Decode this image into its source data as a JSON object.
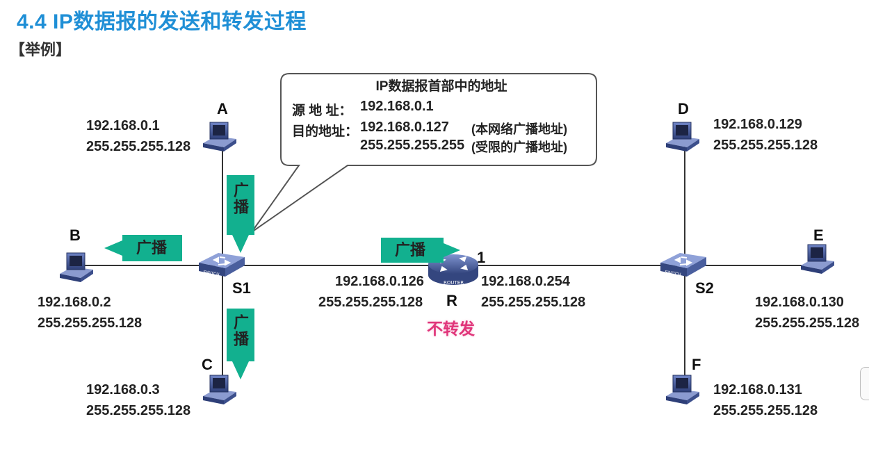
{
  "title": "4.4  IP数据报的发送和转发过程",
  "subtitle": "【举例】",
  "callout": {
    "heading": "IP数据报首部中的地址",
    "src_label": "源 地 址：",
    "src_value": "192.168.0.1",
    "dst_label": "目的地址：",
    "dst_value1": "192.168.0.127",
    "dst_note1": "(本网络广播地址)",
    "dst_value2": "255.255.255.255",
    "dst_note2": "(受限的广播地址)"
  },
  "hosts": {
    "A": {
      "letter": "A",
      "ip": "192.168.0.1",
      "mask": "255.255.255.128"
    },
    "B": {
      "letter": "B",
      "ip": "192.168.0.2",
      "mask": "255.255.255.128"
    },
    "C": {
      "letter": "C",
      "ip": "192.168.0.3",
      "mask": "255.255.255.128"
    },
    "D": {
      "letter": "D",
      "ip": "192.168.0.129",
      "mask": "255.255.255.128"
    },
    "E": {
      "letter": "E",
      "ip": "192.168.0.130",
      "mask": "255.255.255.128"
    },
    "F": {
      "letter": "F",
      "ip": "192.168.0.131",
      "mask": "255.255.255.128"
    }
  },
  "switches": {
    "S1": "S1",
    "S2": "S2",
    "switch_caption": "SWITCH"
  },
  "router": {
    "label": "R",
    "caption": "ROUTER",
    "port": "1",
    "left_ip": "192.168.0.126",
    "left_mask": "255.255.255.128",
    "right_ip": "192.168.0.254",
    "right_mask": "255.255.255.128",
    "status": "不转发"
  },
  "broadcast_label": "广播",
  "colors": {
    "title": "#1f8fd6",
    "broadcast": "#12b08f",
    "no_forward": "#e0357a",
    "device": "#4a5f9e"
  }
}
